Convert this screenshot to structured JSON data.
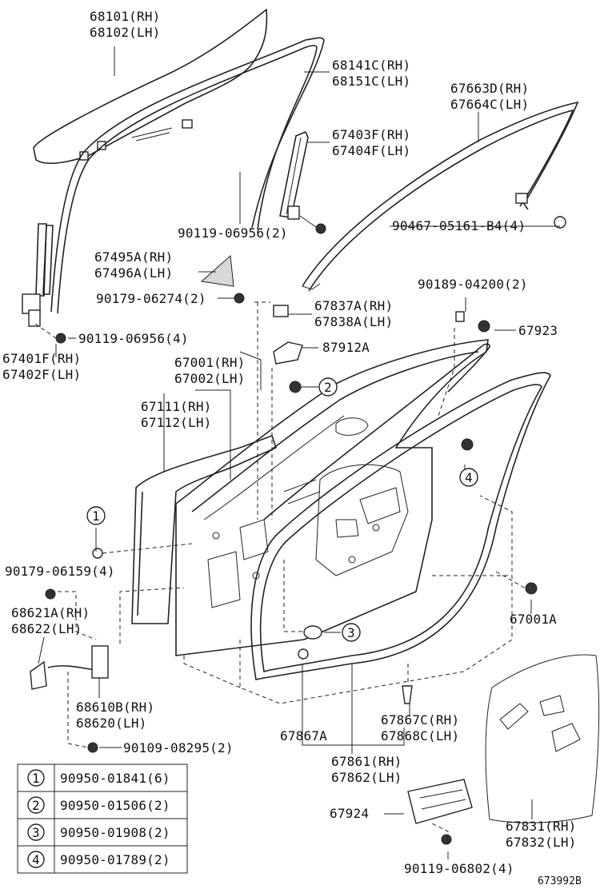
{
  "labels": {
    "glass": [
      "68101(RH)",
      "68102(LH)"
    ],
    "run_channel": [
      "68141C(RH)",
      "68151C(LH)"
    ],
    "outer_weatherstrip": [
      "67663D(RH)",
      "67664C(LH)"
    ],
    "division_bar_upper": [
      "67403F(RH)",
      "67404F(LH)"
    ],
    "bolt_top_center": "90119-06956(2)",
    "screw_top_right": "90467-05161-B4(4)",
    "triangle_cover": [
      "67495A(RH)",
      "67496A(LH)"
    ],
    "nut_small": "90179-06274(2)",
    "clip_top": "90189-04200(2)",
    "bumper_cushion": "67923",
    "division_bar_lower": [
      "67401F(RH)",
      "67402F(LH)"
    ],
    "bolt_left": "90119-06956(4)",
    "pad": [
      "67837A(RH)",
      "67838A(LH)"
    ],
    "seal_panel": "87912A",
    "door_panel": [
      "67001(RH)",
      "67002(LH)"
    ],
    "outer_panel": [
      "67111(RH)",
      "67112(LH)"
    ],
    "nut_left": "90179-06159(4)",
    "check_bracket": [
      "68621A(RH)",
      "68622(LH)"
    ],
    "door_check": [
      "68610B(RH)",
      "68620(LH)"
    ],
    "bolt_check": "90109-08295(2)",
    "plug": "67001A",
    "clip_lower": [
      "67867C(RH)",
      "67868C(LH)"
    ],
    "clip_a": "67867A",
    "door_weatherstrip": [
      "67861(RH)",
      "67862(LH)"
    ],
    "cover_bracket": "67924",
    "bolt_bottom": "90119-06802(4)",
    "service_hole_cover": [
      "67831(RH)",
      "67832(LH)"
    ],
    "diagram_id": "673992B"
  },
  "callouts": [
    "1",
    "2",
    "3",
    "4"
  ],
  "legend": [
    {
      "num": "1",
      "part": "90950-01841(6)"
    },
    {
      "num": "2",
      "part": "90950-01506(2)"
    },
    {
      "num": "3",
      "part": "90950-01908(2)"
    },
    {
      "num": "4",
      "part": "90950-01789(2)"
    }
  ]
}
